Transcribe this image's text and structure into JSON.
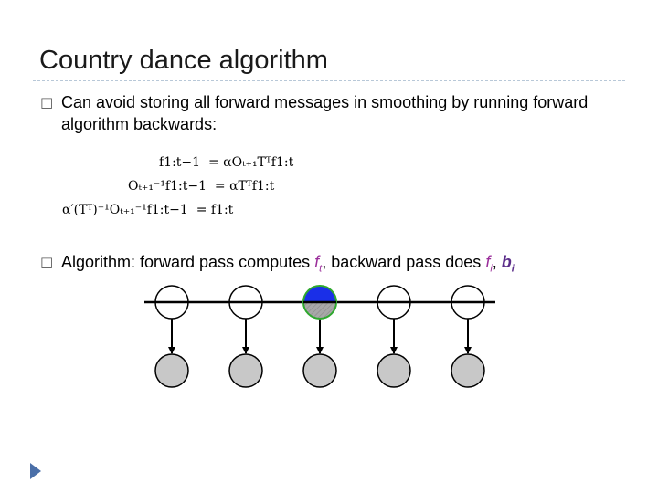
{
  "slide": {
    "title": "Country dance algorithm",
    "bullet_glyph": "□",
    "bullets": [
      {
        "text": "Can avoid storing all forward messages in smoothing by running forward algorithm backwards:"
      },
      {
        "prefix": "Algorithm: forward pass computes ",
        "f1": "f",
        "f1_sub": "t",
        "middle": ", backward pass does ",
        "f2": "f",
        "f2_sub": "i",
        "sep": ", ",
        "b": "b",
        "b_sub": "i"
      }
    ],
    "equations": [
      {
        "lhs": "f1:t−1",
        "rhs": "= αOₜ₊₁Tᵀf1:t"
      },
      {
        "lhs": "Oₜ₊₁⁻¹f1:t−1",
        "rhs": "= αTᵀf1:t"
      },
      {
        "lhs": "α′(Tᵀ)⁻¹Oₜ₊₁⁻¹f1:t−1",
        "rhs": "= f1:t"
      }
    ]
  },
  "network": {
    "hidden_count": 5,
    "highlighted_index": 2,
    "colors": {
      "hidden_fill": "#ffffff",
      "observed_fill": "#c8c8c8",
      "highlight_top": "#1a2fe8",
      "highlight_bottom": "#a8a8a8",
      "highlight_ring": "#2ea82e"
    }
  }
}
